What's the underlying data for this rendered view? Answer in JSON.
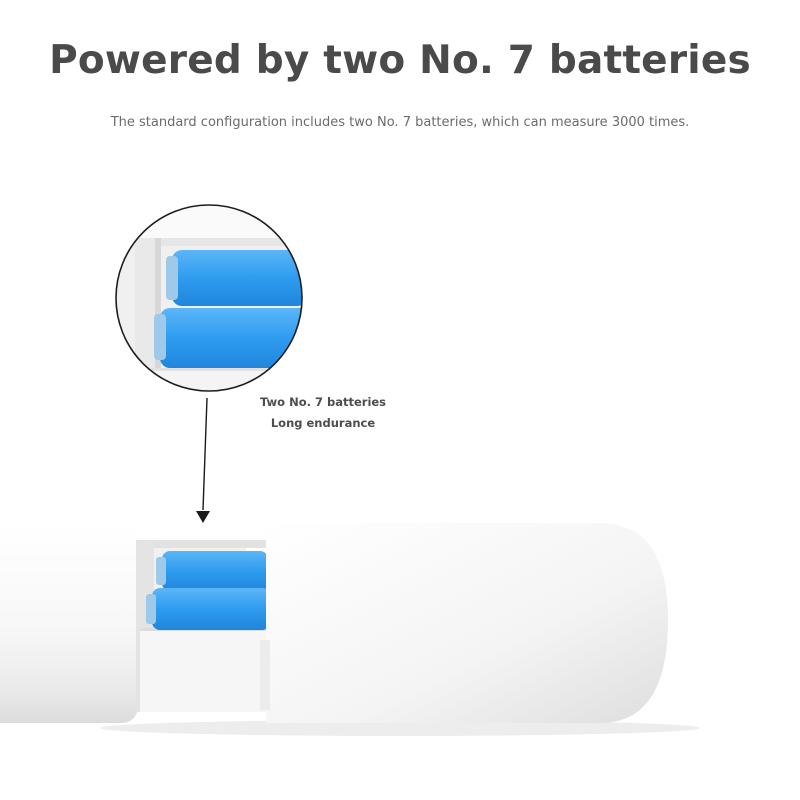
{
  "headline": "Powered by two No. 7 batteries",
  "subtitle": "The standard configuration includes two No. 7 batteries, which can measure 3000 times.",
  "callout": {
    "line1": "Two No. 7 batteries",
    "line2": "Long endurance"
  },
  "colors": {
    "battery_blue": "#2f9cf0",
    "headline_gray": "#4a4a4a"
  }
}
